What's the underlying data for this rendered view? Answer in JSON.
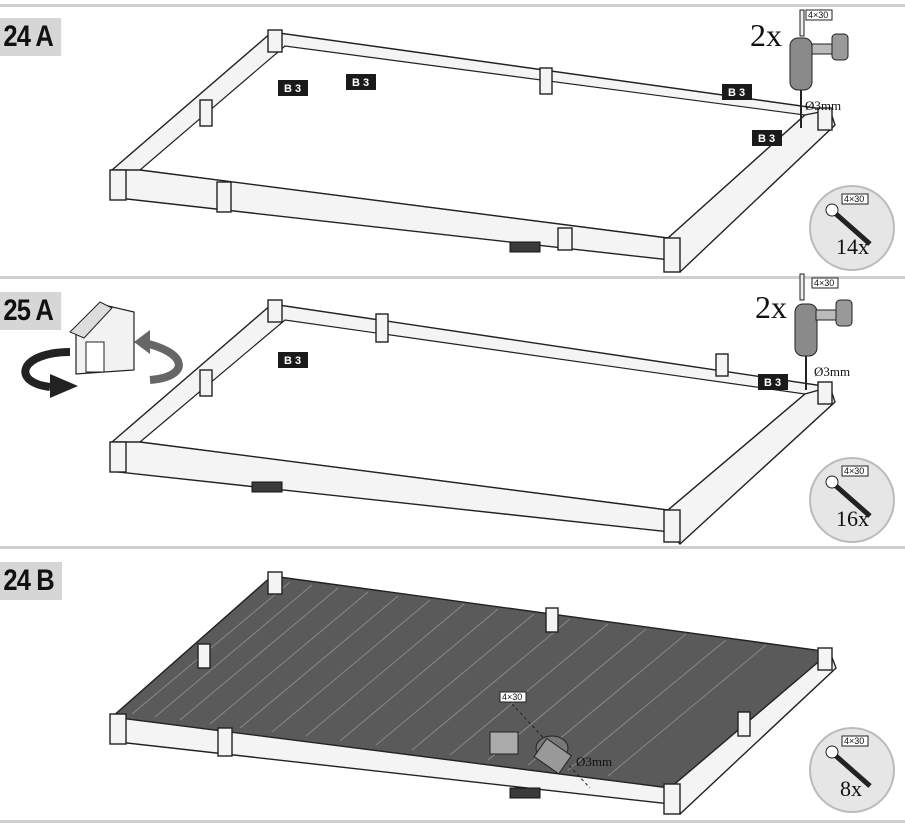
{
  "steps": [
    {
      "id": "24 A",
      "labels": [
        "B 3",
        "B 3",
        "B 3",
        "B 3"
      ],
      "multiplier": "2x",
      "drill": "Ø3mm",
      "screw_size": "4×30",
      "badge": {
        "size": "4×30",
        "count": "14x"
      }
    },
    {
      "id": "25 A",
      "labels": [
        "B 3",
        "B 3"
      ],
      "multiplier": "2x",
      "drill": "Ø3mm",
      "screw_size": "4×30",
      "badge": {
        "size": "4×30",
        "count": "16x"
      }
    },
    {
      "id": "24 B",
      "labels": [],
      "multiplier": "",
      "drill": "Ø3mm",
      "screw_size": "4×30",
      "badge": {
        "size": "4×30",
        "count": "8x"
      }
    }
  ],
  "icons": {
    "drill": "cordless-drill-icon",
    "screw": "screw-icon",
    "rotate": "rotate-arrows-icon",
    "shed": "shed-icon",
    "badge": "screw-count-badge"
  },
  "colors": {
    "rule": "#cfcfcf",
    "tag_bg": "#d6d6d6",
    "label_bg": "#1a1a1a",
    "badge_bg": "#e6e6e6",
    "floor_dark": "#5a5a5a"
  }
}
